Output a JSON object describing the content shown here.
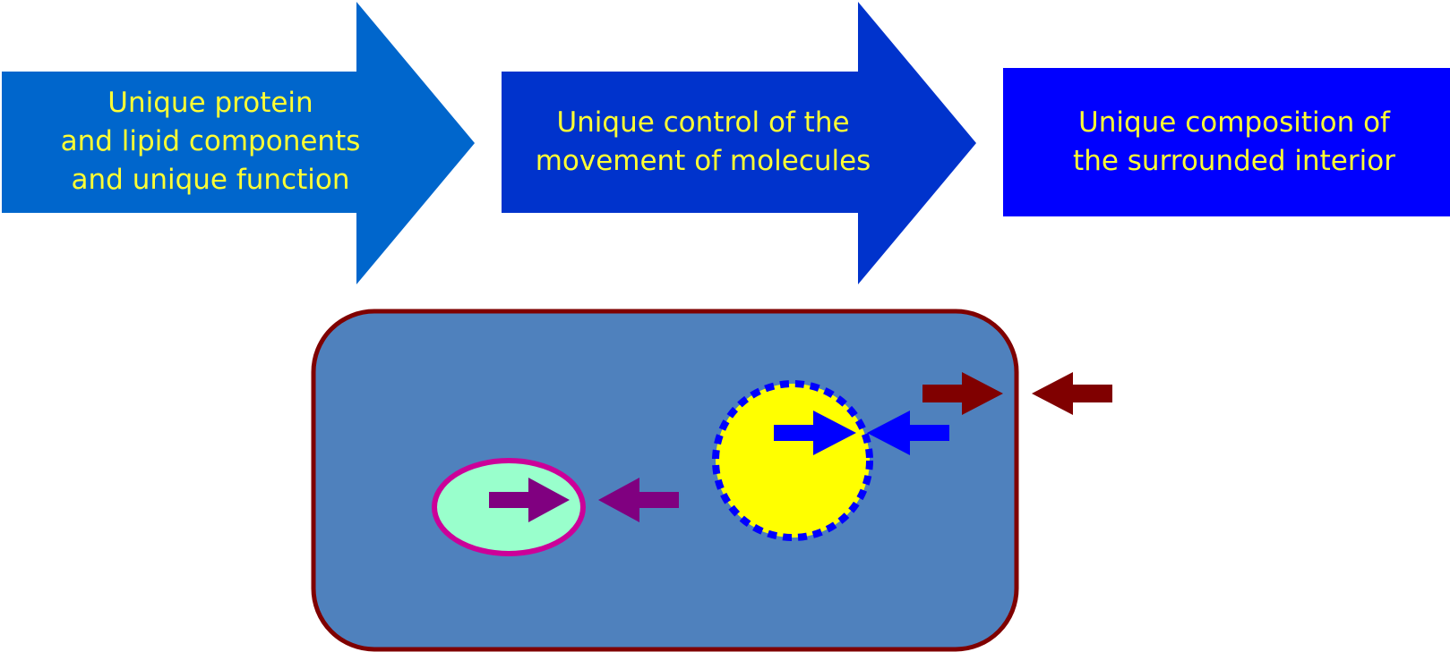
{
  "steps": [
    {
      "lines": [
        "Unique protein",
        "and lipid components",
        "and unique function"
      ],
      "color": "#0066cc"
    },
    {
      "lines": [
        "Unique control of the",
        "movement of molecules"
      ],
      "color": "#0033cc"
    },
    {
      "lines": [
        "Unique composition of",
        "the surrounded interior"
      ],
      "color": "#0000ff"
    }
  ],
  "colors": {
    "label_text": "#ffff33",
    "cell_fill": "#4f81bd",
    "cell_border": "#7f0000",
    "vacuole_fill": "#99ffcc",
    "vacuole_border": "#cc0099",
    "vacuole_arrows": "#800080",
    "nucleus_fill": "#ffff00",
    "nucleus_border": "#0000ff",
    "nucleus_arrows": "#0000ff",
    "cell_arrows": "#800000"
  }
}
